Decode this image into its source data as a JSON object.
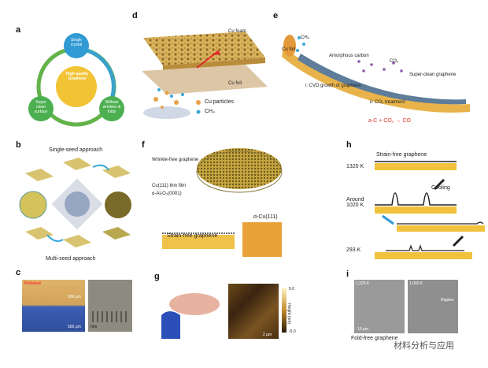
{
  "panels": {
    "a": {
      "label": "a",
      "center": "High-quality Graphene",
      "top": "Single crystal",
      "left": "Super clean surface",
      "right": "Without wrinkles & folds"
    },
    "b": {
      "label": "b",
      "top": "Single-seed approach",
      "bottom": "Multi-seed approach"
    },
    "c": {
      "label": "c",
      "polished": "Polished",
      "scale1": "500 µm",
      "scale2": "500 µm",
      "mm": "mm"
    },
    "d": {
      "label": "d",
      "cu_foam": "Cu foam",
      "cu_foil": "Cu foil",
      "legend_cu": "Cu particles",
      "legend_ch4": "CH₄"
    },
    "e": {
      "label": "e",
      "ch4": "CH₄",
      "cu_foil": "Cu foil",
      "amorphous": "Amorphous carbon",
      "co2": "CO₂",
      "superclean": "Super-clean graphene",
      "step1": "i: CVD growth of graphene",
      "step2": "ii: CO₂ treatment",
      "reaction": "a-C + CO₂ → CO"
    },
    "f": {
      "label": "f",
      "wrinkle_free": "Wrinkle-free graphene",
      "cu111": "Cu(111) thin film",
      "al2o3": "α-Al₂O₃(0001)",
      "strain_free": "Strain-free graphene",
      "alpha_cu": "α-Cu(111)"
    },
    "g": {
      "label": "g",
      "height_label": "Height (nm)",
      "max": "5.0",
      "min": "-5.0",
      "scale": "2 µm"
    },
    "h": {
      "label": "h",
      "t1": "1320 K",
      "title": "Strain-free graphene",
      "t2": "Around 1020 K",
      "cooling": "Cooling",
      "t3": "293 K"
    },
    "i": {
      "label": "i",
      "img1": "1,320 K",
      "img2": "1,000 K",
      "ripples": "Ripples",
      "scale": "10 µm",
      "caption": "Fold-free graphene"
    },
    "watermark": "材料分析与应用",
    "colors": {
      "blue": "#3a9ad6",
      "green": "#5bbf4a",
      "gold": "#e8c24a",
      "red": "#d8322b"
    }
  }
}
